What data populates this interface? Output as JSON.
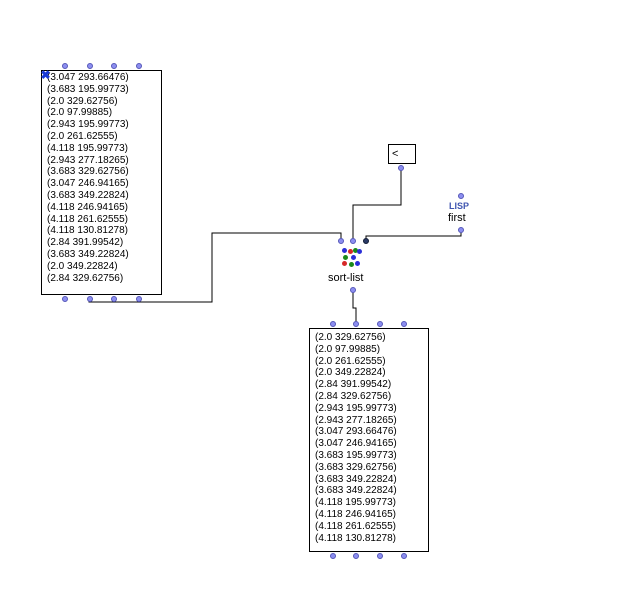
{
  "list_box_input": {
    "close_symbol": "✖",
    "items": [
      "(3.047 293.66476)",
      "(3.683 195.99773)",
      "(2.0 329.62756)",
      "(2.0 97.99885)",
      "(2.943 195.99773)",
      "(2.0 261.62555)",
      "(4.118 195.99773)",
      "(2.943 277.18265)",
      "(3.683 329.62756)",
      "(3.047 246.94165)",
      "(3.683 349.22824)",
      "(4.118 246.94165)",
      "(4.118 261.62555)",
      "(4.118 130.81278)",
      "(2.84 391.99542)",
      "(3.683 349.22824)",
      "(2.0 349.22824)",
      "(2.84 329.62756)"
    ]
  },
  "comparator_box": {
    "value": "<"
  },
  "sort_list": {
    "label": "sort-list",
    "icon": "sort-list-icon"
  },
  "first_fn": {
    "label": "first",
    "badge": "LISP"
  },
  "list_box_output": {
    "items": [
      "(2.0 329.62756)",
      "(2.0 97.99885)",
      "(2.0 261.62555)",
      "(2.0 349.22824)",
      "(2.84 391.99542)",
      "(2.84 329.62756)",
      "(2.943 195.99773)",
      "(2.943 277.18265)",
      "(3.047 293.66476)",
      "(3.047 246.94165)",
      "(3.683 195.99773)",
      "(3.683 329.62756)",
      "(3.683 349.22824)",
      "(3.683 349.22824)",
      "(4.118 195.99773)",
      "(4.118 246.94165)",
      "(4.118 261.62555)",
      "(4.118 130.81278)"
    ]
  },
  "colors": {
    "pin_fill": "#8c8ef0",
    "pin_dark": "#2b3a66",
    "wire": "#000000",
    "background": "#ffffff"
  }
}
